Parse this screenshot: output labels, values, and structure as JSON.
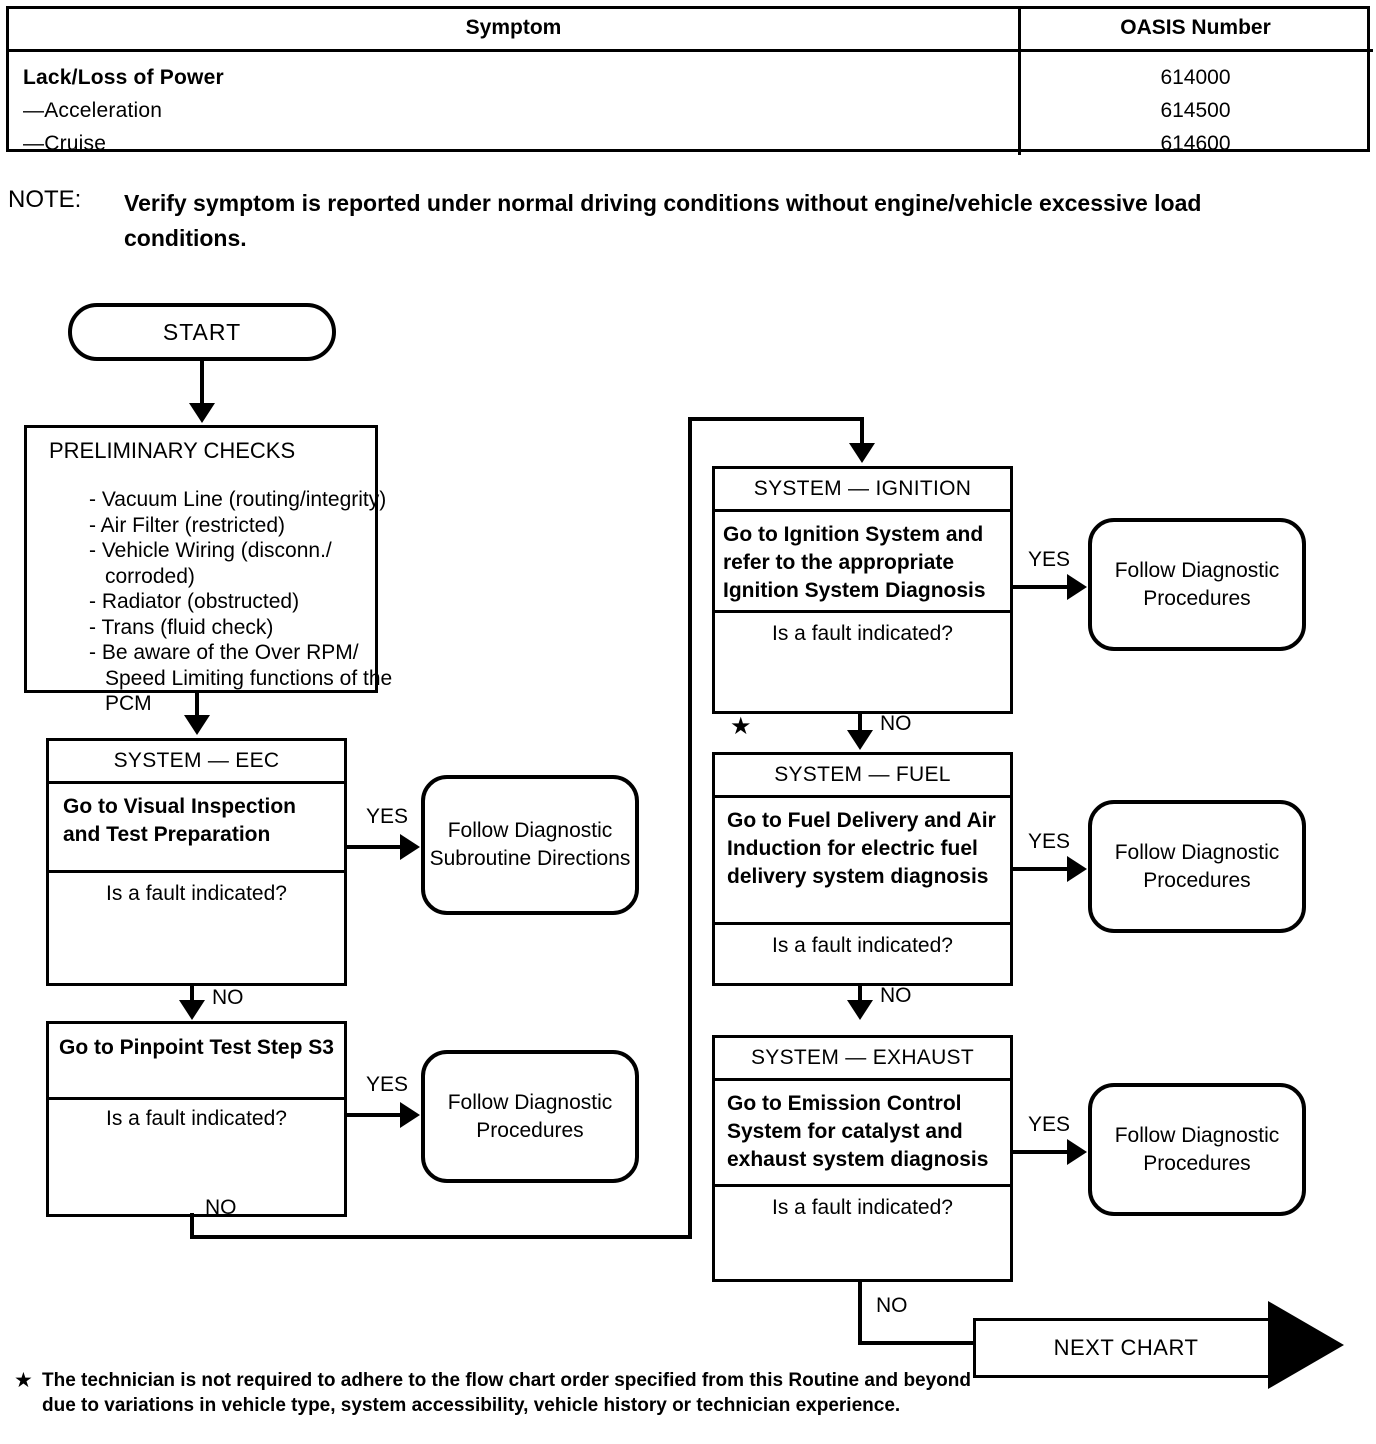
{
  "table": {
    "headers": [
      "Symptom",
      "OASIS Number"
    ],
    "rows": [
      {
        "symptom": "Lack/Loss of Power",
        "oasis": "614000"
      },
      {
        "symptom": "—Acceleration",
        "oasis": "614500"
      },
      {
        "symptom": "—Cruise",
        "oasis": "614600"
      }
    ]
  },
  "note": {
    "label": "NOTE:",
    "text": "Verify symptom is reported under normal driving conditions without engine/vehicle excessive load conditions."
  },
  "flow": {
    "start": "START",
    "preliminary": {
      "title": "PRELIMINARY CHECKS",
      "items": [
        "- Vacuum Line (routing/integrity)",
        "- Air Filter (restricted)",
        "- Vehicle Wiring (disconn./ corroded)",
        "- Radiator (obstructed)",
        "- Trans (fluid check)",
        "- Be aware of the Over RPM/ Speed Limiting functions of the PCM"
      ]
    },
    "eec": {
      "header": "SYSTEM — EEC",
      "body": "Go to Visual Inspection and Test Preparation",
      "question": "Is a fault indicated?",
      "yes_label": "YES",
      "no_label": "NO",
      "yes_target": "Follow Diagnostic Subroutine Directions"
    },
    "pinpoint": {
      "body": "Go to Pinpoint Test Step S3",
      "question": "Is a fault indicated?",
      "yes_label": "YES",
      "no_label": "NO",
      "yes_target": "Follow Diagnostic Procedures"
    },
    "ignition": {
      "header": "SYSTEM — IGNITION",
      "body": "Go to Ignition System and refer to the appropriate Ignition System Diagnosis",
      "question": "Is a fault indicated?",
      "yes_label": "YES",
      "no_label": "NO",
      "yes_target": "Follow Diagnostic Procedures"
    },
    "fuel": {
      "header": "SYSTEM — FUEL",
      "body": "Go to Fuel Delivery and Air Induction for electric fuel delivery system diagnosis",
      "question": "Is a fault indicated?",
      "yes_label": "YES",
      "no_label": "NO",
      "yes_target": "Follow Diagnostic Procedures"
    },
    "exhaust": {
      "header": "SYSTEM — EXHAUST",
      "body": "Go to Emission Control System for catalyst and exhaust system diagnosis",
      "question": "Is a fault indicated?",
      "yes_label": "YES",
      "no_label": "NO",
      "yes_target": "Follow Diagnostic Procedures"
    },
    "next_chart": "NEXT CHART",
    "star_glyph": "★"
  },
  "footnote": {
    "star": "★",
    "text": "The technician is not required to adhere to the flow chart order specified from this Routine and beyond due to variations in vehicle type, system accessibility, vehicle history or technician experience."
  }
}
